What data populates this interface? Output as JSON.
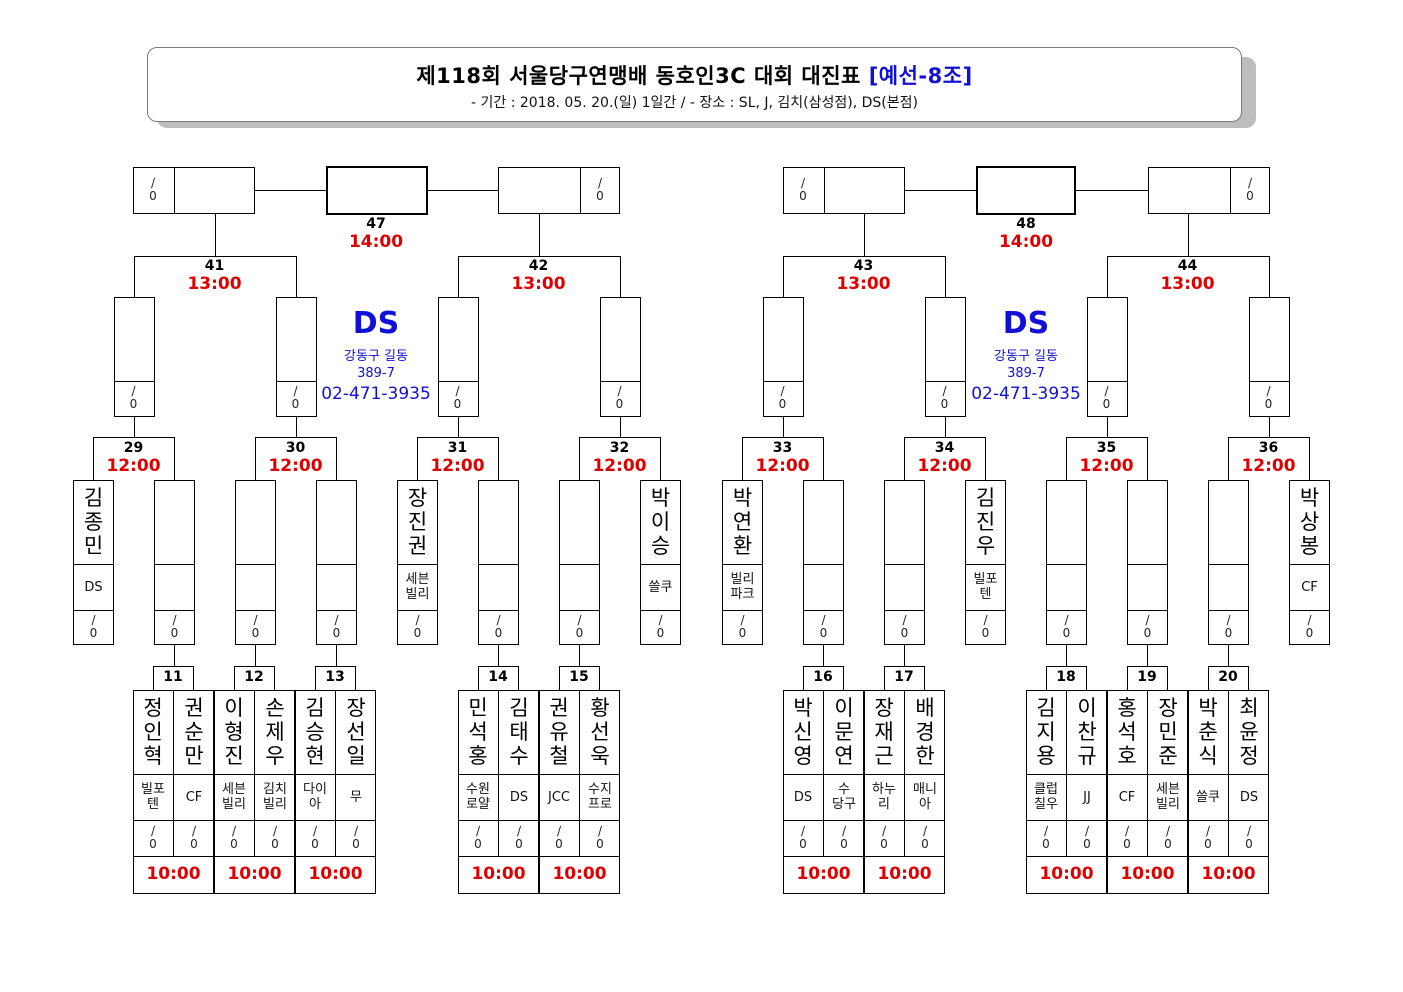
{
  "header": {
    "title_main": "제118회 서울당구연맹배 동호인3C 대회 대진표",
    "title_group": "[예선-8조]",
    "subtitle": "- 기간 : 2018. 05. 20.(일) 1일간 / - 장소 : SL, J, 김치(삼성점), DS(본점)"
  },
  "score_placeholder": "/\n0",
  "venues": [
    {
      "name": "DS",
      "address_line1": "강동구 길동",
      "address_line2": "389-7",
      "phone": "02-471-3935"
    },
    {
      "name": "DS",
      "address_line1": "강동구 길동",
      "address_line2": "389-7",
      "phone": "02-471-3935"
    }
  ],
  "finals": [
    {
      "num": "47",
      "time": "14:00"
    },
    {
      "num": "48",
      "time": "14:00"
    }
  ],
  "semis": [
    {
      "num": "41",
      "time": "13:00"
    },
    {
      "num": "42",
      "time": "13:00"
    },
    {
      "num": "43",
      "time": "13:00"
    },
    {
      "num": "44",
      "time": "13:00"
    }
  ],
  "quarters": [
    {
      "num": "29",
      "time": "12:00"
    },
    {
      "num": "30",
      "time": "12:00"
    },
    {
      "num": "31",
      "time": "12:00"
    },
    {
      "num": "32",
      "time": "12:00"
    },
    {
      "num": "33",
      "time": "12:00"
    },
    {
      "num": "34",
      "time": "12:00"
    },
    {
      "num": "35",
      "time": "12:00"
    },
    {
      "num": "36",
      "time": "12:00"
    }
  ],
  "seeded_players": [
    {
      "slot": 0,
      "name": "김종민",
      "club": "DS"
    },
    {
      "slot": 5,
      "name": "장진권",
      "club": "세븐\n빌리"
    },
    {
      "slot": 8,
      "name": "박이승",
      "club": "쓸쿠"
    },
    {
      "slot": 9,
      "name": "박연환",
      "club": "빌리\n파크"
    },
    {
      "slot": 12,
      "name": "김진우",
      "club": "빌포\n텐"
    },
    {
      "slot": 17,
      "name": "박상봉",
      "club": "CF"
    }
  ],
  "first_round": [
    {
      "num": "11",
      "time": "10:00",
      "players": [
        {
          "name": "정인혁",
          "club": "빌포\n텐"
        },
        {
          "name": "권순만",
          "club": "CF"
        }
      ]
    },
    {
      "num": "12",
      "time": "10:00",
      "players": [
        {
          "name": "이형진",
          "club": "세븐\n빌리"
        },
        {
          "name": "손제우",
          "club": "김치\n빌리"
        }
      ]
    },
    {
      "num": "13",
      "time": "10:00",
      "players": [
        {
          "name": "김승현",
          "club": "다이\n아"
        },
        {
          "name": "장선일",
          "club": "무"
        }
      ]
    },
    {
      "num": "14",
      "time": "10:00",
      "players": [
        {
          "name": "민석홍",
          "club": "수원\n로얄"
        },
        {
          "name": "김태수",
          "club": "DS"
        }
      ]
    },
    {
      "num": "15",
      "time": "10:00",
      "players": [
        {
          "name": "권유철",
          "club": "JCC"
        },
        {
          "name": "황선욱",
          "club": "수지\n프로"
        }
      ]
    },
    {
      "num": "16",
      "time": "10:00",
      "players": [
        {
          "name": "박신영",
          "club": "DS"
        },
        {
          "name": "이문연",
          "club": "수\n당구"
        }
      ]
    },
    {
      "num": "17",
      "time": "10:00",
      "players": [
        {
          "name": "장재근",
          "club": "하누\n리"
        },
        {
          "name": "배경한",
          "club": "매니\n아"
        }
      ]
    },
    {
      "num": "18",
      "time": "10:00",
      "players": [
        {
          "name": "김지용",
          "club": "클럽\n칠우"
        },
        {
          "name": "이찬규",
          "club": "JJ"
        }
      ]
    },
    {
      "num": "19",
      "time": "10:00",
      "players": [
        {
          "name": "홍석호",
          "club": "CF"
        },
        {
          "name": "장민준",
          "club": "세븐\n빌리"
        }
      ]
    },
    {
      "num": "20",
      "time": "10:00",
      "players": [
        {
          "name": "박춘식",
          "club": "쓸쿠"
        },
        {
          "name": "최윤정",
          "club": "DS"
        }
      ]
    }
  ]
}
